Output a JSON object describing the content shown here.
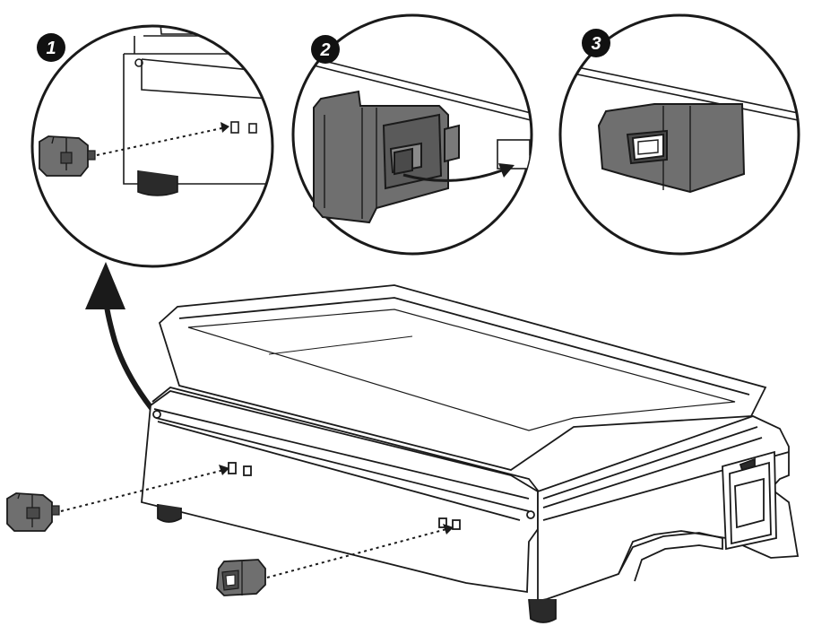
{
  "steps": [
    {
      "number": "1"
    },
    {
      "number": "2"
    },
    {
      "number": "3"
    }
  ],
  "colors": {
    "line": "#1a1a1a",
    "clip_fill": "#6f6f6f",
    "clip_dark": "#4a4a4a",
    "badge": "#111111",
    "background": "#ffffff"
  },
  "icons": {
    "step_badge": "circle-number-badge",
    "curved_arrow": "curved-arrow-up",
    "dotted_guide": "dotted-guide-line"
  }
}
